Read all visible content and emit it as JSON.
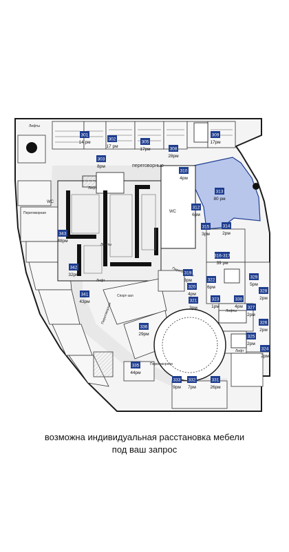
{
  "accent_color": "#1e3d8f",
  "highlight_color": "#b9c6ec",
  "rooms": [
    {
      "id": "301",
      "label": "14 рм"
    },
    {
      "id": "302",
      "label": "17 рм"
    },
    {
      "id": "305",
      "label": "17рм"
    },
    {
      "id": "308",
      "label": "28рм"
    },
    {
      "id": "309",
      "label": "17рм"
    },
    {
      "id": "303",
      "label": "8рм"
    },
    {
      "id": "310",
      "label": "4рм"
    },
    {
      "id": "313",
      "label": "80 рм"
    },
    {
      "id": "312",
      "label": "6рм"
    },
    {
      "id": "315",
      "label": "3рм"
    },
    {
      "id": "314",
      "label": "2рм"
    },
    {
      "id": "343",
      "label": "48рм"
    },
    {
      "id": "342",
      "label": "32рм"
    },
    {
      "id": "341",
      "label": "43рм"
    },
    {
      "id": "316-317",
      "label": "39 рм"
    },
    {
      "id": "319",
      "label": "3рм"
    },
    {
      "id": "320",
      "label": "4рм"
    },
    {
      "id": "321",
      "label": "3рм"
    },
    {
      "id": "322",
      "label": "6рм"
    },
    {
      "id": "323",
      "label": "1рм"
    },
    {
      "id": "330",
      "label": "4рм"
    },
    {
      "id": "329",
      "label": "5рм"
    },
    {
      "id": "328",
      "label": "2рм"
    },
    {
      "id": "327",
      "label": "2рм"
    },
    {
      "id": "326",
      "label": "2рм"
    },
    {
      "id": "325",
      "label": "2рм"
    },
    {
      "id": "324",
      "label": "2рм"
    },
    {
      "id": "336",
      "label": "29рм"
    },
    {
      "id": "335",
      "label": "44рм"
    },
    {
      "id": "333",
      "label": "9рм"
    },
    {
      "id": "332",
      "label": "7рм"
    },
    {
      "id": "331",
      "label": "26рм"
    }
  ],
  "labels": {
    "lifts_top": "Лифты",
    "wc_left": "WC",
    "meeting_top": "переговорные",
    "lift_center": "Лифт",
    "wc_center": "WC",
    "lifts_center": "Лифты",
    "lift_small": "Лифт",
    "meeting_left": "Переговорная",
    "sport_hall": "Спорт-зал",
    "meeting_mid": "Переговорная",
    "lifts_right": "Лифты",
    "lift_right": "Лифт",
    "meeting_bottom": "Переговорная",
    "meeting_vertical": "Переговорная"
  },
  "caption": {
    "line1": "возможна индивидуальная расстановка мебели",
    "line2": "под ваш запрос"
  }
}
